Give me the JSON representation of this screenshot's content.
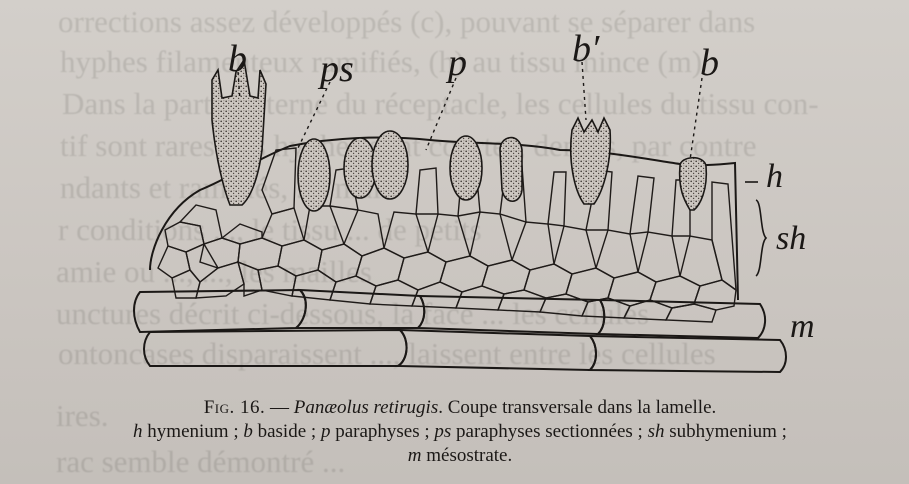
{
  "bleed_lines": [
    "orrections assez développés (c), pouvant se séparer dans",
    "hyphes filamenteux ramifiés, (h) au tissu mince (m)",
    "Dans la partie interne du réceptacle, les cellules du tissu con-",
    "tif sont rares; les hyphes sont courtes, denses, par contre",
    "ndants et ramifiés, ..., mais",
    "r conditions ..., le tissu ... de petits",
    "amie ou ..., ..., les mailles",
    "unctures décrit ci-dessous, la face ... les cellules",
    "ontoncases disparaissent ..., laissent entre les cellules",
    "ires.",
    "rac semble démontré ..."
  ],
  "figure": {
    "labels": {
      "b_left": "b",
      "ps": "ps",
      "p": "p",
      "b_prime": "b′",
      "b_right": "b",
      "h": "h",
      "sh": "sh",
      "m": "m"
    }
  },
  "caption": {
    "fig_label": "Fig. 16.",
    "dash": " — ",
    "species": "Panæolus retirugis",
    "title_rest": ". Coupe transversale dans la lamelle.",
    "legend": [
      {
        "abbr": "h",
        "text": " hymenium ; "
      },
      {
        "abbr": "b",
        "text": " baside ; "
      },
      {
        "abbr": "p",
        "text": " paraphyses ; "
      },
      {
        "abbr": "ps",
        "text": " paraphyses sectionnées ; "
      },
      {
        "abbr": "sh",
        "text": " subhymenium ;"
      }
    ],
    "last_abbr": "m",
    "last_text": " mésostrate."
  },
  "colors": {
    "ink": "#1b1816",
    "paper": "#cfcac5",
    "stipple": "#3a3430"
  }
}
